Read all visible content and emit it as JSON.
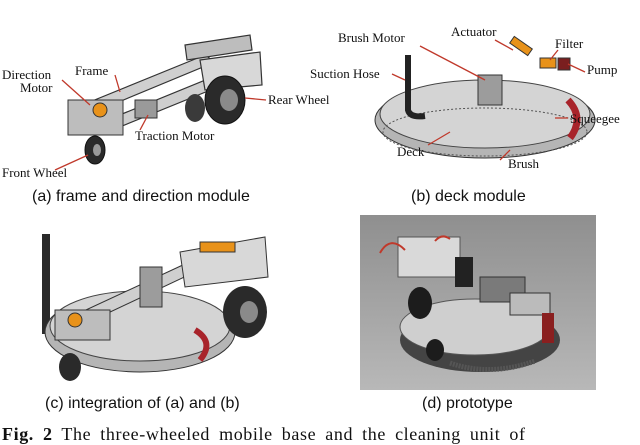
{
  "panels": {
    "a": {
      "caption": "(a) frame and direction module",
      "labels": {
        "direction_motor_1": "Direction",
        "direction_motor_2": "Motor",
        "frame": "Frame",
        "rear_wheel": "Rear Wheel",
        "traction_motor": "Traction Motor",
        "front_wheel": "Front Wheel"
      }
    },
    "b": {
      "caption": "(b) deck module",
      "labels": {
        "brush_motor": "Brush Motor",
        "actuator": "Actuator",
        "filter": "Filter",
        "suction_hose": "Suction Hose",
        "pump": "Pump",
        "squeegee": "Squeegee",
        "deck": "Deck",
        "brush": "Brush"
      }
    },
    "c": {
      "caption": "(c) integration of (a) and (b)"
    },
    "d": {
      "caption": "(d) prototype"
    }
  },
  "figure_caption": {
    "label": "Fig. 2",
    "text": "The three-wheeled mobile base and the cleaning unit of"
  },
  "colors": {
    "accent_red": "#c0392b",
    "motor_orange": "#e8921a",
    "metal_grey": "#9a9a9a",
    "dark": "#2a2a2a"
  }
}
